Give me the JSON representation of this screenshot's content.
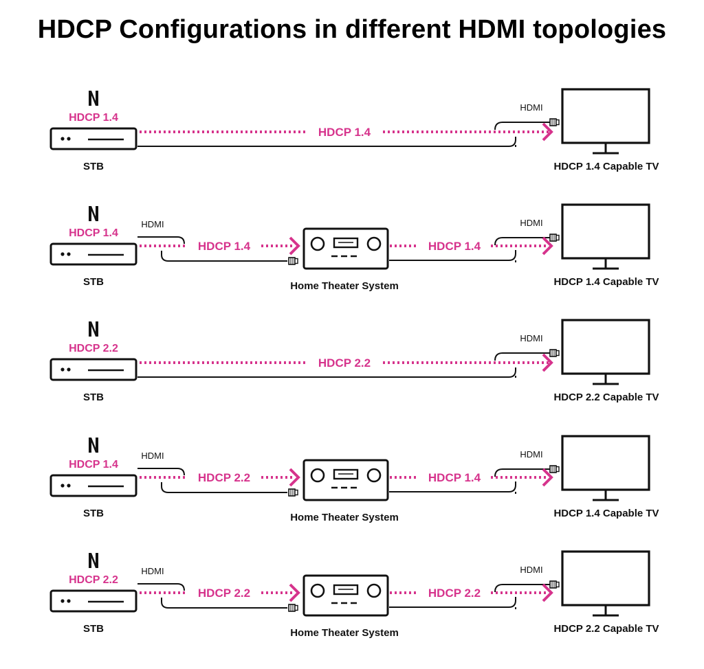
{
  "title": "HDCP Configurations in different HDMI topologies",
  "colors": {
    "accent": "#d6338c",
    "ink": "#111111",
    "background": "#ffffff"
  },
  "icons": [
    "netflix-n-icon",
    "set-top-box-icon",
    "home-theater-receiver-icon",
    "tv-monitor-icon",
    "hdmi-plug-icon",
    "arrow-chevron-icon"
  ],
  "rows": [
    {
      "source_logo": "N",
      "source_hdcp": "HDCP 1.4",
      "source_label": "STB",
      "has_receiver": false,
      "link1": "HDCP 1.4",
      "link2": "",
      "hdmi_left": "",
      "hdmi_right": "HDMI",
      "receiver_label": "",
      "sink_label": "HDCP 1.4 Capable TV"
    },
    {
      "source_logo": "N",
      "source_hdcp": "HDCP 1.4",
      "source_label": "STB",
      "has_receiver": true,
      "link1": "HDCP 1.4",
      "link2": "HDCP 1.4",
      "hdmi_left": "HDMI",
      "hdmi_right": "HDMI",
      "receiver_label": "Home Theater System",
      "sink_label": "HDCP 1.4 Capable TV"
    },
    {
      "source_logo": "N",
      "source_hdcp": "HDCP 2.2",
      "source_label": "STB",
      "has_receiver": false,
      "link1": "HDCP 2.2",
      "link2": "",
      "hdmi_left": "",
      "hdmi_right": "HDMI",
      "receiver_label": "",
      "sink_label": "HDCP 2.2 Capable TV"
    },
    {
      "source_logo": "N",
      "source_hdcp": "HDCP 1.4",
      "source_label": "STB",
      "has_receiver": true,
      "link1": "HDCP 2.2",
      "link2": "HDCP 1.4",
      "hdmi_left": "HDMI",
      "hdmi_right": "HDMI",
      "receiver_label": "Home Theater System",
      "sink_label": "HDCP 1.4 Capable TV"
    },
    {
      "source_logo": "N",
      "source_hdcp": "HDCP 2.2",
      "source_label": "STB",
      "has_receiver": true,
      "link1": "HDCP 2.2",
      "link2": "HDCP 2.2",
      "hdmi_left": "HDMI",
      "hdmi_right": "HDMI",
      "receiver_label": "Home Theater System",
      "sink_label": "HDCP 2.2 Capable TV"
    }
  ]
}
